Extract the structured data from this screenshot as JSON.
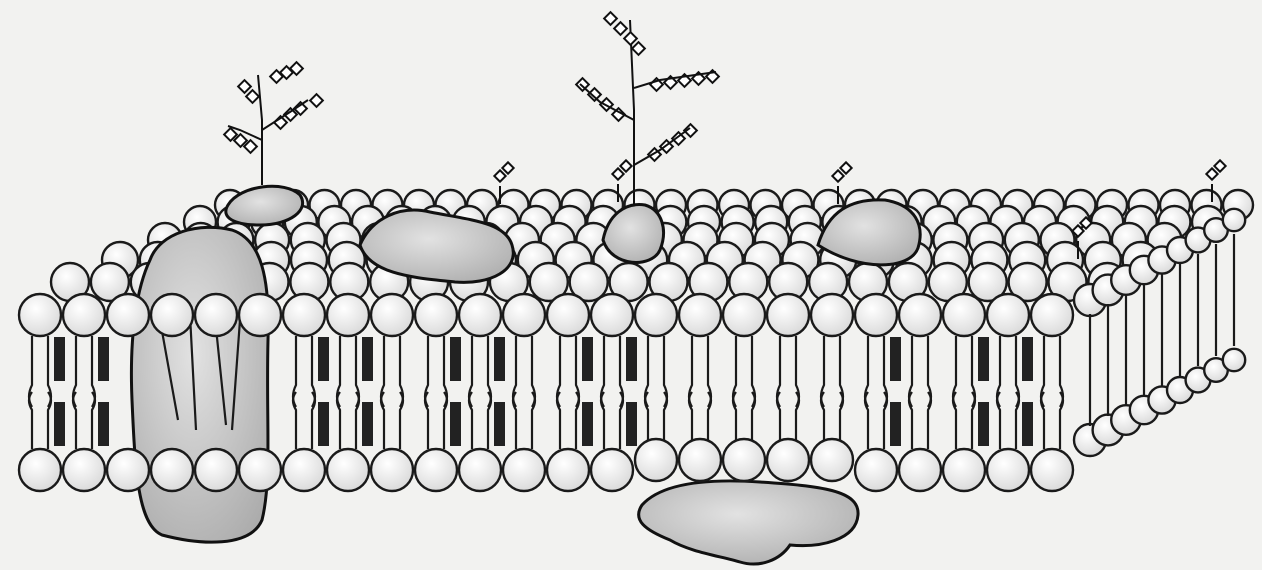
{
  "diagram": {
    "kind": "plasma-membrane-fluid-mosaic-illustration",
    "style": "black-and-white line drawing",
    "labels": [],
    "components": [
      "phospholipid-bilayer",
      "phospholipid-head",
      "fatty-acid-tail",
      "cholesterol",
      "integral-transmembrane-protein",
      "peripheral-surface-protein",
      "cytoplasmic-peripheral-protein",
      "glycoprotein",
      "glycolipid",
      "carbohydrate-chain"
    ],
    "colors": {
      "background": "#f2f2f0",
      "outline": "#1a1a1a",
      "cholesterol": "#222222",
      "protein_fill": "#cfcfcf"
    }
  }
}
